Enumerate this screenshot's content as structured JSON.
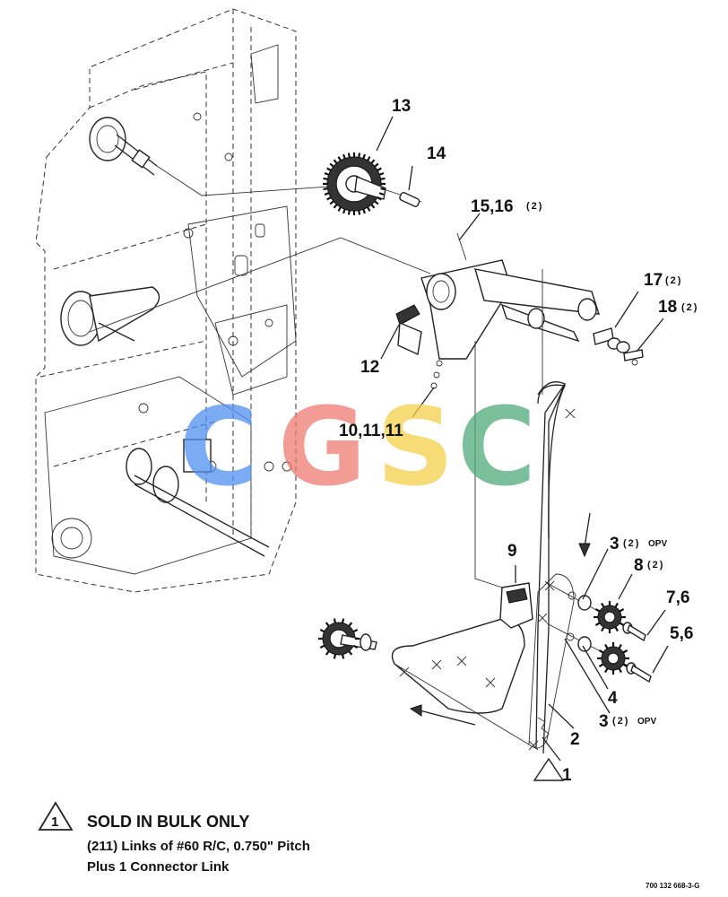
{
  "callouts": {
    "c13": "13",
    "c14": "14",
    "c15_16": "15,16",
    "c15_16_qty": "(2)",
    "c17": "17",
    "c17_qty": "(2)",
    "c18": "18",
    "c18_qty": "(2)",
    "c12": "12",
    "c10_11_11": "10,11,11",
    "c9": "9",
    "c3_top": "3",
    "c3_top_qty": "(2)",
    "c3_top_opv": "OPV",
    "c8": "8",
    "c8_qty": "(2)",
    "c7_6": "7,6",
    "c5_6": "5,6",
    "c4": "4",
    "c3_bottom": "3",
    "c3_bottom_qty": "(2)",
    "c3_bottom_opv": "OPV",
    "c2": "2",
    "c1": "1"
  },
  "note": {
    "symbol_number": "1",
    "title": "SOLD IN BULK ONLY",
    "line1": "(211) Links of #60 R/C, 0.750\" Pitch",
    "line2": "Plus 1 Connector Link"
  },
  "watermark": {
    "letters": [
      "C",
      "G",
      "S",
      "C"
    ],
    "colors": [
      "#4f8ff0",
      "#f07a72",
      "#f5cf4a",
      "#4faa7a"
    ]
  },
  "drawing_number": "700 132 668-3-G"
}
